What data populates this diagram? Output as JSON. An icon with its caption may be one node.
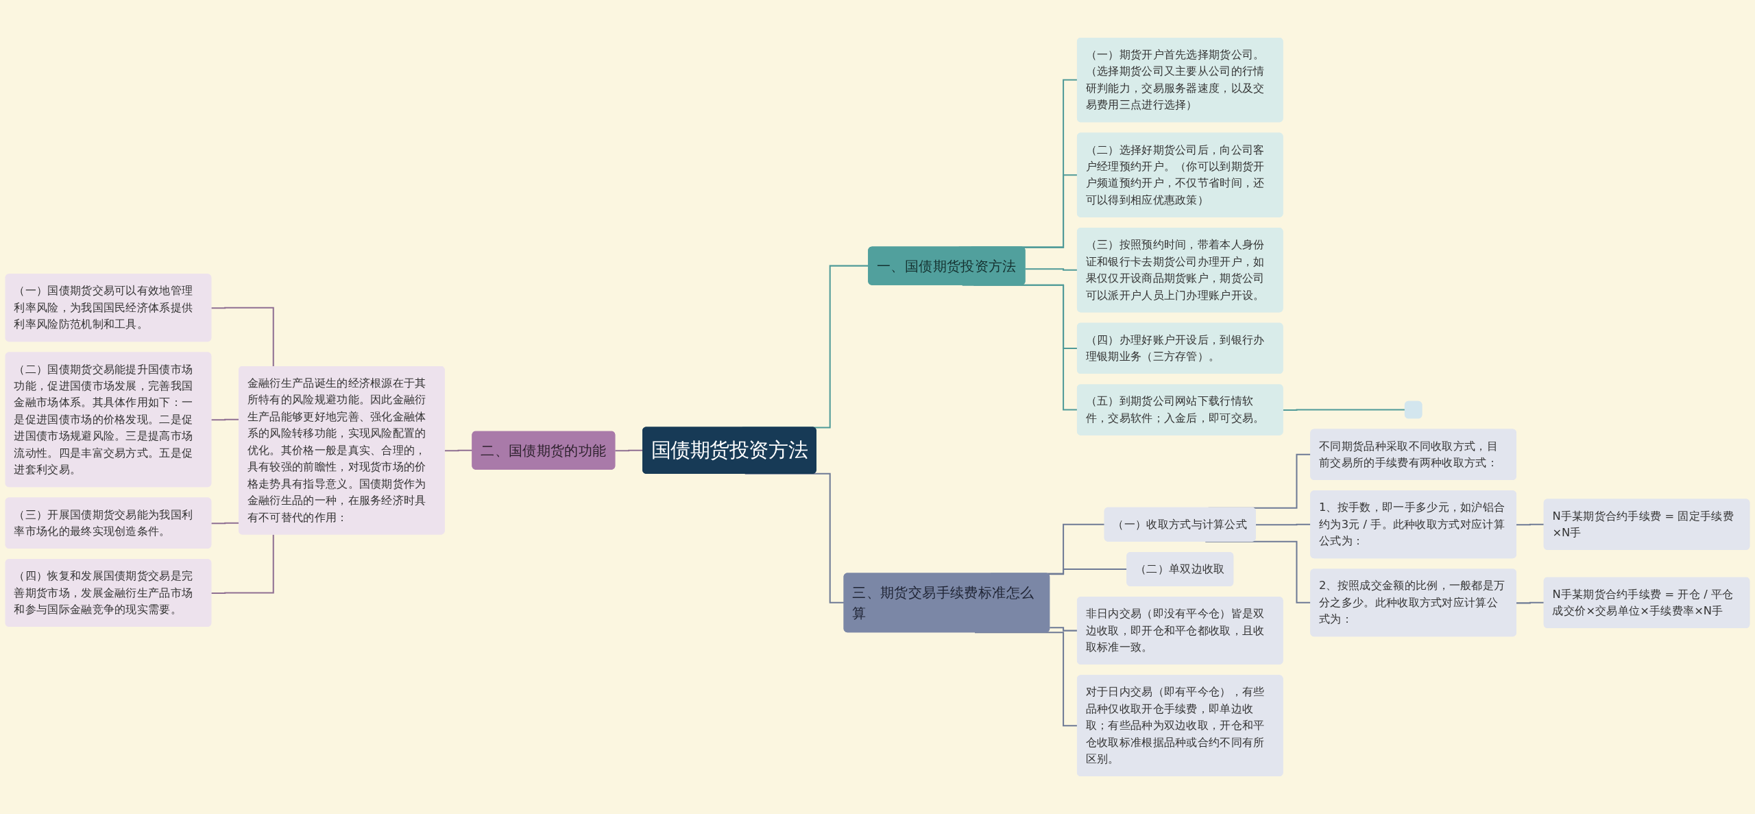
{
  "diagram": {
    "nodes": [
      {
        "text": [
          "国债期货投资方法"
        ]
      },
      {
        "text": [
          "一、国债期货投资方法"
        ]
      },
      {
        "text": [
          "（一）期货开户首先选择期货公司。（选择期货公司又主要从公司的行情研判能力，交易服务器速度，以及交易费用三点进行选择）"
        ]
      },
      {
        "text": [
          "（二）选择好期货公司后，向公司客户经理预约开户。（你可以到期货开户频道预约开户，不仅节省时间，还可以得到相应优惠政策）"
        ]
      },
      {
        "text": [
          "（三）按照预约时间，带着本人身份证和银行卡去期货公司办理开户，如果仅仅开设商品期货账户，期货公司可以派开户人员上门办理账户开设。"
        ]
      },
      {
        "text": [
          "（四）办理好账户开设后，到银行办理银期业务（三方存管）。"
        ]
      },
      {
        "text": [
          "（五）到期货公司网站下载行情软件，交易软件；入金后，即可交易。"
        ]
      },
      {
        "text": [],
        "shape": "box"
      },
      {
        "text": [
          "二、国债期货的功能"
        ]
      },
      {
        "text": [
          "金融衍生产品诞生的经济根源在于其所特有的风险规避功能。因此金融衍生产品能够更好地完善、强化金融体系的风险转移功能，实现风险配置的优化。其价格一般是真实、合理的，具有较强的前瞻性，对现货市场的价格走势具有指导意义。国债期货作为金融衍生品的一种，在服务经济时具有不可替代的作用："
        ]
      },
      {
        "text": [
          "（一）国债期货交易可以有效地管理利率风险，为我国国民经济体系提供利率风险防范机制和工具。"
        ]
      },
      {
        "text": [
          "（二）国债期货交易能提升国债市场功能，促进国债市场发展，完善我国金融市场体系。其具体作用如下：一是促进国债市场的价格发现。二是促进国债市场规避风险。三是提高市场流动性。四是丰富交易方式。五是促进套利交易。"
        ]
      },
      {
        "text": [
          "（三）开展国债期货交易能为我国利率市场化的最终实现创造条件。"
        ]
      },
      {
        "text": [
          "（四）恢复和发展国债期货交易是完善期货市场，发展金融衍生产品市场和参与国际金融竞争的现实需要。"
        ]
      },
      {
        "text": [
          "三、期货交易手续费标准怎么算"
        ]
      },
      {
        "text": [
          "（一）收取方式与计算公式"
        ]
      },
      {
        "text": [
          "不同期货品种采取不同收取方式，目前交易所的手续费有两种收取方式："
        ]
      },
      {
        "text": [
          "1、按手数，即一手多少元，如沪铝合约为3元 / 手。此种收取方式对应计算公式为："
        ]
      },
      {
        "text": [
          "N手某期货合约手续费 = 固定手续费×N手"
        ]
      },
      {
        "text": [
          "2、按照成交金额的比例，一般都是万分之多少。此种收取方式对应计算公式为："
        ]
      },
      {
        "text": [
          "N手某期货合约手续费 = 开仓 / 平仓成交价×交易单位×手续费率×N手"
        ]
      },
      {
        "text": [
          "（二）单双边收取"
        ]
      },
      {
        "text": [
          "非日内交易（即没有平今仓）皆是双边收取，即开仓和平仓都收取，且收取标准一致。"
        ]
      },
      {
        "text": [
          "对于日内交易（即有平今仓），有些品种仅收取开仓手续费，即单边收取；有些品种为双边收取，开仓和平仓收取标准根据品种或合约不同有所区别。"
        ]
      }
    ],
    "edges": [
      {
        "from": 0,
        "to": 1,
        "arrow": "none",
        "color": "#4f9a98"
      },
      {
        "from": 1,
        "to": 2,
        "arrow": "none",
        "color": "#4f9a98"
      },
      {
        "from": 1,
        "to": 3,
        "arrow": "none",
        "color": "#4f9a98"
      },
      {
        "from": 1,
        "to": 4,
        "arrow": "none",
        "color": "#4f9a98"
      },
      {
        "from": 1,
        "to": 5,
        "arrow": "none",
        "color": "#4f9a98"
      },
      {
        "from": 1,
        "to": 6,
        "arrow": "none",
        "color": "#4f9a98"
      },
      {
        "from": 6,
        "to": 7,
        "arrow": "none",
        "color": "#4f9a98"
      },
      {
        "from": 8,
        "to": 0,
        "arrow": "none",
        "color": "#8f6f92"
      },
      {
        "from": 9,
        "to": 8,
        "arrow": "none",
        "color": "#8f6f92"
      },
      {
        "from": 10,
        "to": 9,
        "arrow": "none",
        "color": "#8f6f92"
      },
      {
        "from": 11,
        "to": 9,
        "arrow": "none",
        "color": "#8f6f92"
      },
      {
        "from": 12,
        "to": 9,
        "arrow": "none",
        "color": "#8f6f92"
      },
      {
        "from": 13,
        "to": 9,
        "arrow": "none",
        "color": "#8f6f92"
      },
      {
        "from": 0,
        "to": 14,
        "arrow": "none"
      },
      {
        "from": 14,
        "to": 15,
        "arrow": "none"
      },
      {
        "from": 14,
        "to": 21,
        "arrow": "none"
      },
      {
        "from": 14,
        "to": 22,
        "arrow": "none"
      },
      {
        "from": 14,
        "to": 23,
        "arrow": "none"
      },
      {
        "from": 15,
        "to": 16,
        "arrow": "none"
      },
      {
        "from": 15,
        "to": 17,
        "arrow": "none"
      },
      {
        "from": 15,
        "to": 19,
        "arrow": "none"
      },
      {
        "from": 17,
        "to": 18,
        "arrow": "none"
      },
      {
        "from": 19,
        "to": 20,
        "arrow": "none"
      }
    ]
  }
}
